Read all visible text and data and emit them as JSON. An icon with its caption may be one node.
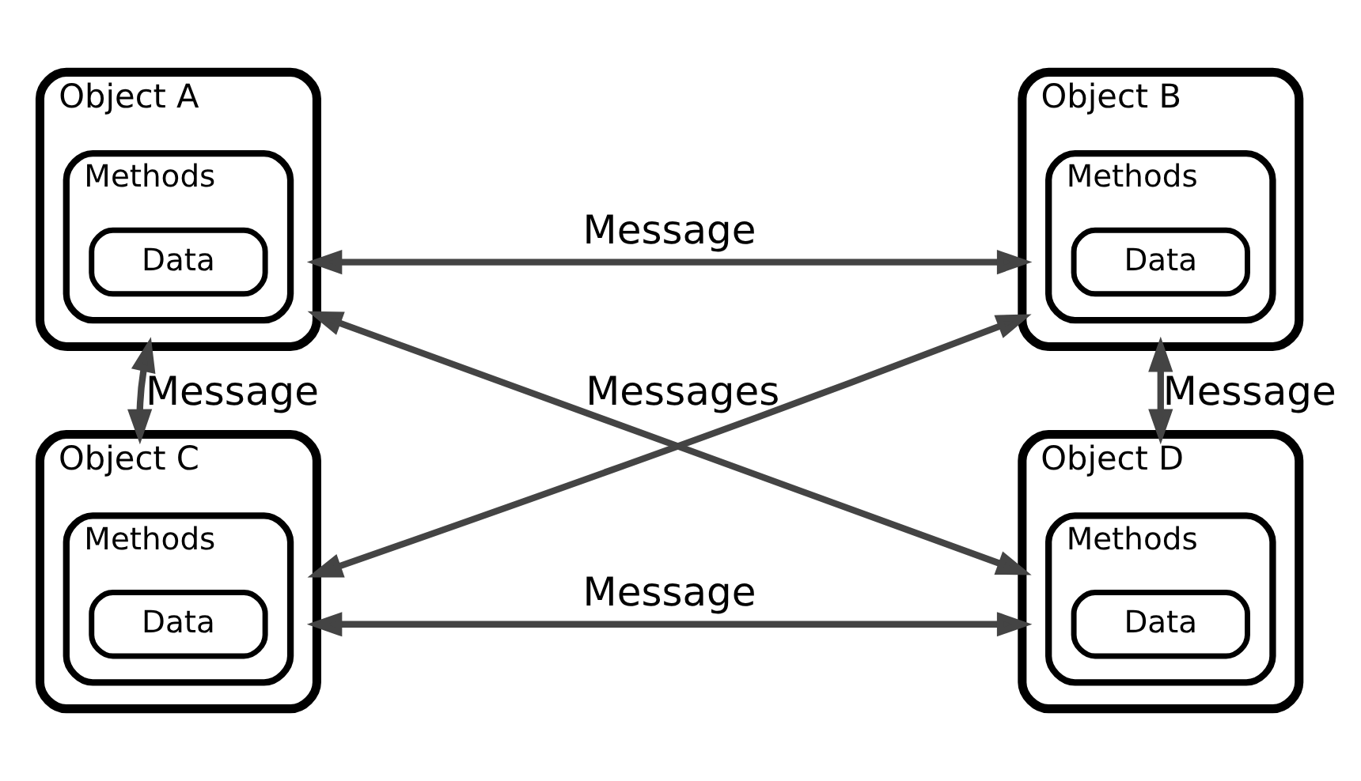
{
  "diagram": {
    "nodes": [
      {
        "text": [
          "Object A"
        ]
      },
      {
        "text": [
          "Methods"
        ],
        "in": 0
      },
      {
        "text": [
          "Data"
        ],
        "in": 1
      },
      {
        "text": [
          "Object B"
        ]
      },
      {
        "text": [
          "Methods"
        ],
        "in": 3
      },
      {
        "text": [
          "Data"
        ],
        "in": 4
      },
      {
        "text": [
          "Object C"
        ]
      },
      {
        "text": [
          "Methods"
        ],
        "in": 6
      },
      {
        "text": [
          "Data"
        ],
        "in": 7
      },
      {
        "text": [
          "Object D"
        ]
      },
      {
        "text": [
          "Methods"
        ],
        "in": 9
      },
      {
        "text": [
          "Data"
        ],
        "in": 10
      }
    ],
    "edges": [
      {
        "from": 0,
        "to": 3,
        "arrow": "both",
        "label": "Message"
      },
      {
        "from": 0,
        "to": 6,
        "arrow": "both",
        "label": "Message"
      },
      {
        "from": 3,
        "to": 9,
        "arrow": "both",
        "label": "Message"
      },
      {
        "from": 0,
        "to": 9,
        "arrow": "both",
        "label": "Messages"
      },
      {
        "from": 3,
        "to": 6,
        "arrow": "both"
      },
      {
        "from": 6,
        "to": 9,
        "arrow": "both",
        "label": "Message"
      }
    ]
  }
}
